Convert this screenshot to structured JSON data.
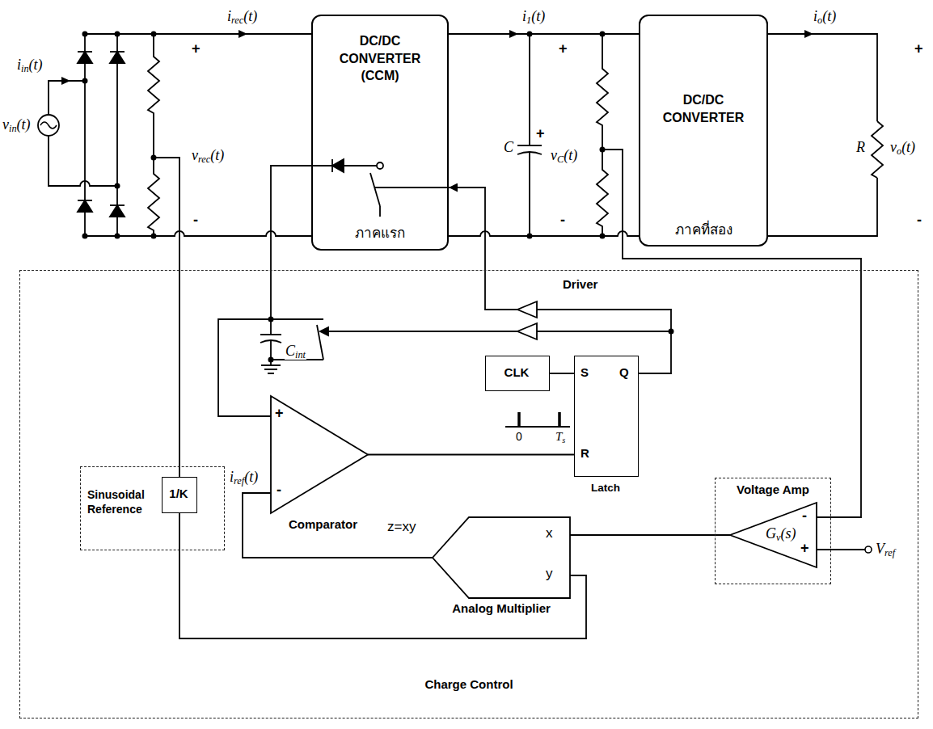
{
  "diagram": {
    "nodes": [
      {
        "text": [
          "DC/DC CONVERTER (CCM)",
          "ภาคแรก"
        ]
      },
      {
        "text": [
          "DC/DC CONVERTER",
          "ภาคที่สอง"
        ]
      },
      {
        "text": [
          "Charge Control"
        ]
      },
      {
        "text": [
          "CLK"
        ],
        "in": 2
      },
      {
        "text": [
          "S",
          "Q",
          "R",
          "Latch"
        ],
        "in": 2
      },
      {
        "text": [
          "+",
          "-",
          "Comparator"
        ],
        "in": 2
      },
      {
        "text": [
          "Sinusoidal Reference"
        ],
        "in": 2
      },
      {
        "text": [
          "1/K"
        ],
        "in": 6
      },
      {
        "text": [
          "Voltage Amp"
        ],
        "in": 2
      },
      {
        "text": [
          "-",
          "+",
          "Gv(s)"
        ],
        "in": 8
      },
      {
        "text": [
          "x",
          "y",
          "Analog Multiplier"
        ],
        "in": 2
      }
    ],
    "edges": [
      {
        "from": 0,
        "to": 1,
        "arrow": "none"
      },
      {
        "from": 0,
        "to": 1,
        "arrow": "none"
      },
      {
        "from": 3,
        "to": 4,
        "arrow": "none"
      },
      {
        "from": 5,
        "to": 4,
        "arrow": "none"
      },
      {
        "from": 4,
        "to": 0,
        "arrow": "to"
      },
      {
        "from": 10,
        "to": 5,
        "arrow": "none"
      },
      {
        "from": 9,
        "to": 10,
        "arrow": "none"
      },
      {
        "from": 7,
        "to": 10,
        "arrow": "none"
      }
    ],
    "labels": [
      "iin(t)",
      "vin(t)",
      "irec(t)",
      "+",
      "vrec(t)",
      "-",
      "i1(t)",
      "+",
      "C",
      "+",
      "vC(t)",
      "-",
      "io(t)",
      "+",
      "R",
      "vo(t)",
      "-",
      "Driver",
      "Cint",
      "0",
      "Ts",
      "iref(t)",
      "z=xy",
      "Vref"
    ]
  }
}
